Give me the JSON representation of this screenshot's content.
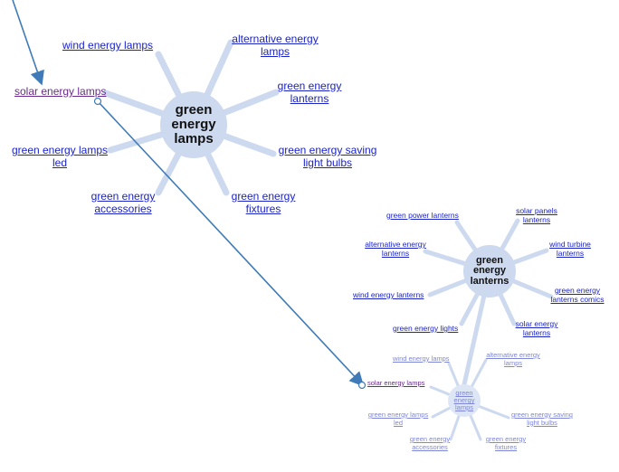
{
  "colors": {
    "link": "#1a23c8",
    "visited": "#6a2b8c",
    "spoke": "#ccd9ef",
    "arrow": "#3e7bb8"
  },
  "big": {
    "center": "green energy lamps",
    "links": {
      "wind": "wind energy lamps",
      "alt": "alternative energy lamps",
      "solar": "solar energy lamps",
      "lanterns": "green energy lanterns",
      "led": "green energy lamps led",
      "bulbs": "green energy saving light bulbs",
      "acc": "green energy accessories",
      "fix": "green energy fixtures"
    }
  },
  "mid": {
    "center": "green energy lanterns",
    "links": {
      "power": "green power lanterns",
      "panels": "solar panels lanterns",
      "alt": "alternative energy lanterns",
      "turbine": "wind turbine lanterns",
      "wind": "wind energy lanterns",
      "comics": "green energy lanterns comics",
      "lights": "green energy lights",
      "solar": "solar energy lanterns"
    }
  },
  "small": {
    "center": "green energy lamps",
    "links": {
      "wind": "wind energy lamps",
      "alt": "alternative energy lamps",
      "solar": "solar energy lamps",
      "led": "green energy lamps led",
      "bulbs": "green energy saving light bulbs",
      "acc": "green energy accessories",
      "fix": "green energy fixtures"
    }
  }
}
